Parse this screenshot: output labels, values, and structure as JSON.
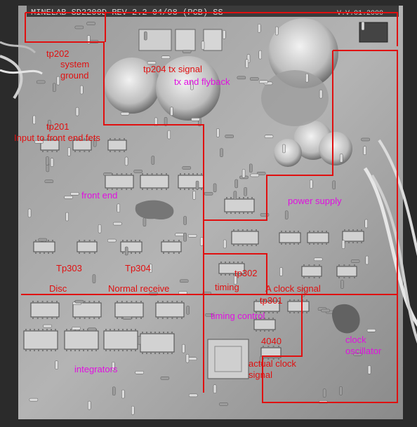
{
  "board": {
    "silkscreen": "MINELAB SD2200D REV 2.2 04/98 (PCB) SS",
    "silkscreen_right": "V.V.01.2000"
  },
  "colors": {
    "annotation_red": "#e01010",
    "annotation_magenta": "#e010e0",
    "board_base": "#8c8c8c",
    "board_highlight": "#c8c8c8"
  },
  "labels": {
    "tp202": "tp202",
    "system_ground_1": "system",
    "system_ground_2": "ground",
    "tp204": "tp204 tx signal",
    "tx_flyback": "tx and flyback",
    "tp201": "tp201",
    "input_front_end": "Input to front end fets",
    "front_end": "front end",
    "power_supply": "power supply",
    "tp302": "tp302",
    "tp303": "Tp303",
    "tp304": "Tp304",
    "timing": "timing",
    "a_clock_signal": "A clock signal",
    "disc": "Disc",
    "normal_receive": "Normal receive",
    "tp301": "tp301",
    "timing_control": "timing control",
    "chip_4040": "4040",
    "clock_1": "clock",
    "clock_2": "oscillator",
    "actual_clock_1": "actual clock",
    "actual_clock_2": "signal",
    "integrators": "integrators"
  }
}
